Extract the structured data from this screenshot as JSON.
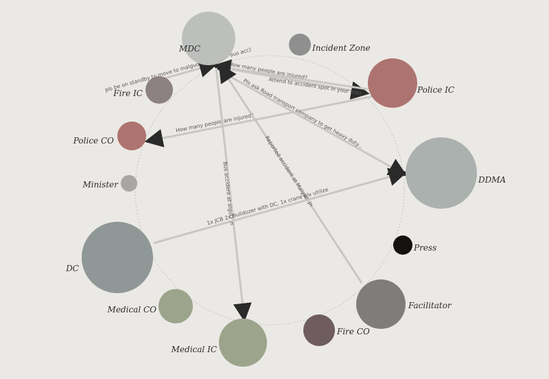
{
  "diagram": {
    "type": "communication-network",
    "nodes": [
      {
        "id": "mdc",
        "label": "MDC",
        "color": "#bdbfbd"
      },
      {
        "id": "incident",
        "label": "Incident Zone",
        "color": "#908f8f"
      },
      {
        "id": "police_ic",
        "label": "Police IC",
        "color": "#ad7370"
      },
      {
        "id": "fire_ic",
        "label": "Fire IC",
        "color": "#8d8282"
      },
      {
        "id": "police_co",
        "label": "Police CO",
        "color": "#ad7370"
      },
      {
        "id": "ddma",
        "label": "DDMA",
        "color": "#abb1af"
      },
      {
        "id": "minister",
        "label": "Minister",
        "color": "#a8a5a3"
      },
      {
        "id": "press",
        "label": "Press",
        "color": "#131210"
      },
      {
        "id": "dc",
        "label": "DC",
        "color": "#8f9897"
      },
      {
        "id": "facilitator",
        "label": "Facilitator",
        "color": "#807c7a"
      },
      {
        "id": "medical_co",
        "label": "Medical CO",
        "color": "#9ca48c"
      },
      {
        "id": "fire_co",
        "label": "Fire CO",
        "color": "#6e5c5e"
      },
      {
        "id": "medical_ic",
        "label": "Medical IC",
        "color": "#9ca48c"
      }
    ],
    "edges": [
      {
        "from": "fire_ic",
        "to": "mdc",
        "label": "pls be on standby to move to malgudi jn (case of bus acc)"
      },
      {
        "from": "mdc",
        "to": "police_ic",
        "label": "How many people are injured?"
      },
      {
        "from": "police_ic",
        "to": "mdc",
        "label": "Attend to accident spot in your area"
      },
      {
        "from": "police_ic",
        "to": "police_co",
        "label": "How many people are injured?"
      },
      {
        "from": "mdc",
        "to": "ddma",
        "label": "Pls ask Road transport company to get heavy duty..."
      },
      {
        "from": "mdc",
        "to": "medical_ic",
        "label": "Bus accident at alguD Jn"
      },
      {
        "from": "facilitator",
        "to": "mdc",
        "label": "Reported accident at Malgudi Jn"
      },
      {
        "from": "dc",
        "to": "ddma",
        "label": "1x JCB 2x Bulldozer with DC, 1x crane plx utilize"
      }
    ]
  }
}
